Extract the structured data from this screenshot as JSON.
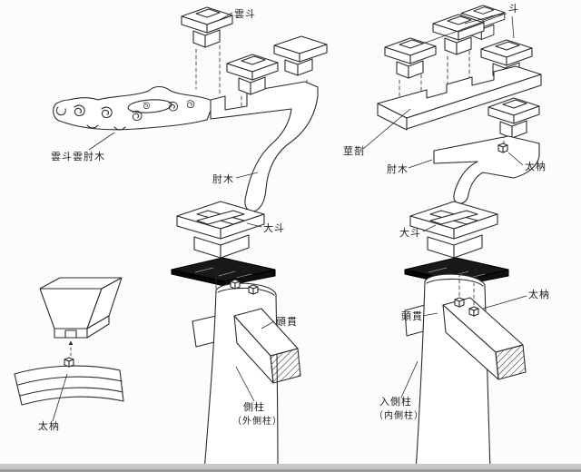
{
  "figure": {
    "background": "#fcfcfa",
    "line_color": "#2b2b2b",
    "dark_board_color": "#141414"
  },
  "labels": {
    "cloud_dou": "雲斗",
    "dou": "斗",
    "cloud_dou_cloud_hijiki": "雲斗雲肘木",
    "hijiki_left": "肘木",
    "hijiki_right": "肘木",
    "stem_joint": "莖剳",
    "dowel_upper_right": "太枘",
    "large_dou_left": "大斗",
    "large_dou_right": "大斗",
    "dowel_beam_right": "太枘",
    "head_tie_left": "頭貫",
    "head_tie_right": "頭貫",
    "outer_column": "側柱",
    "outer_column_paren": "（外側柱）",
    "inner_column": "入側柱",
    "inner_column_paren": "（内側柱）",
    "dowel_detail": "太枘"
  }
}
